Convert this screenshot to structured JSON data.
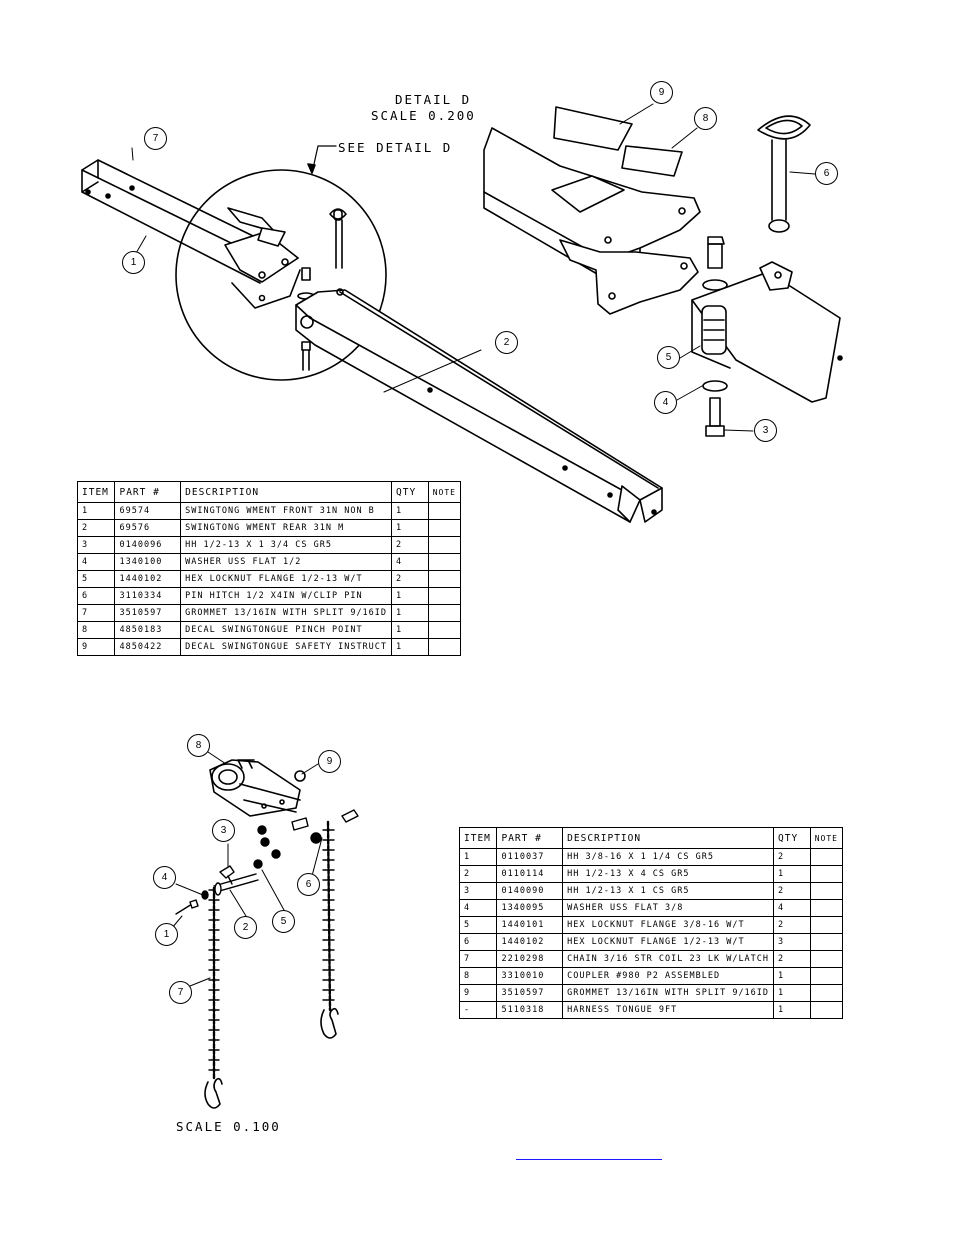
{
  "detail": {
    "title": "DETAIL  D",
    "scale": "SCALE  0.200",
    "callout": "SEE DETAIL  D"
  },
  "lower_scale": "SCALE  0.100",
  "top_balloons": [
    "1",
    "2",
    "3",
    "4",
    "5",
    "6",
    "7",
    "8",
    "9"
  ],
  "bottom_balloons": [
    "1",
    "2",
    "3",
    "4",
    "5",
    "6",
    "7",
    "8",
    "9"
  ],
  "table_top": {
    "headers": [
      "ITEM",
      "PART #",
      "DESCRIPTION",
      "QTY",
      "NOTE"
    ],
    "rows": [
      [
        "1",
        "69574",
        "SWINGTONG WMENT FRONT 31N NON B",
        "1",
        ""
      ],
      [
        "2",
        "69576",
        "SWINGTONG WMENT REAR 31N M",
        "1",
        ""
      ],
      [
        "3",
        "0140096",
        "HH 1/2-13 X 1 3/4 CS GR5",
        "2",
        ""
      ],
      [
        "4",
        "1340100",
        "WASHER USS FLAT 1/2",
        "4",
        ""
      ],
      [
        "5",
        "1440102",
        "HEX LOCKNUT FLANGE 1/2-13 W/T",
        "2",
        ""
      ],
      [
        "6",
        "3110334",
        "PIN HITCH 1/2 X4IN W/CLIP PIN",
        "1",
        ""
      ],
      [
        "7",
        "3510597",
        "GROMMET 13/16IN  WITH SPLIT 9/16ID",
        "1",
        ""
      ],
      [
        "8",
        "4850183",
        "DECAL SWINGTONGUE PINCH POINT",
        "1",
        ""
      ],
      [
        "9",
        "4850422",
        "DECAL SWINGTONGUE SAFETY INSTRUCT",
        "1",
        ""
      ]
    ]
  },
  "table_bottom": {
    "headers": [
      "ITEM",
      "PART #",
      "DESCRIPTION",
      "QTY",
      "NOTE"
    ],
    "rows": [
      [
        "1",
        "0110037",
        "HH 3/8-16 X 1 1/4 CS GR5",
        "2",
        ""
      ],
      [
        "2",
        "0110114",
        "HH 1/2-13 X 4 CS GR5",
        "1",
        ""
      ],
      [
        "3",
        "0140090",
        "HH 1/2-13 X 1 CS GR5",
        "2",
        ""
      ],
      [
        "4",
        "1340095",
        "WASHER USS FLAT 3/8",
        "4",
        ""
      ],
      [
        "5",
        "1440101",
        "HEX LOCKNUT FLANGE 3/8-16 W/T",
        "2",
        ""
      ],
      [
        "6",
        "1440102",
        "HEX LOCKNUT FLANGE 1/2-13 W/T",
        "3",
        ""
      ],
      [
        "7",
        "2210298",
        "CHAIN 3/16 STR COIL 23 LK W/LATCH",
        "2",
        ""
      ],
      [
        "8",
        "3310010",
        "COUPLER #980 P2 ASSEMBLED",
        "1",
        ""
      ],
      [
        "9",
        "3510597",
        "GROMMET 13/16IN  WITH SPLIT 9/16ID",
        "1",
        ""
      ],
      [
        "-",
        "5110318",
        "HARNESS TONGUE 9FT",
        "1",
        ""
      ]
    ]
  }
}
